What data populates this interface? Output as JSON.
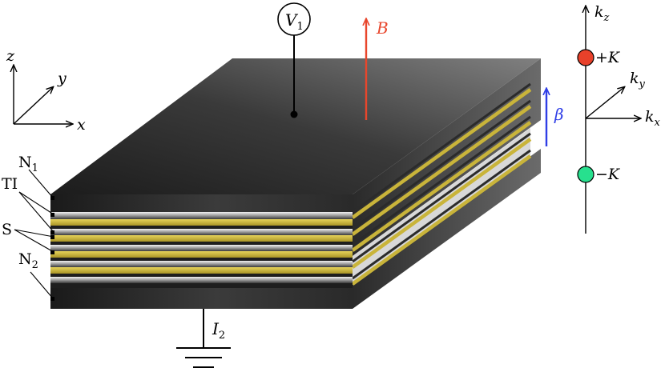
{
  "axes_left": {
    "z": "z",
    "y": "y",
    "x": "x"
  },
  "layers": {
    "n1": {
      "letter": "N",
      "sub": "1"
    },
    "ti": "TI",
    "s": "S",
    "n2": {
      "letter": "N",
      "sub": "2"
    }
  },
  "voltmeter": {
    "letter": "V",
    "sub": "1"
  },
  "current": {
    "letter": "I",
    "sub": "2"
  },
  "field_B": "B",
  "field_beta": "β",
  "k_axes": {
    "kz": {
      "letter": "k",
      "sub": "z"
    },
    "ky": {
      "letter": "k",
      "sub": "y"
    },
    "kx": {
      "letter": "k",
      "sub": "x"
    }
  },
  "weyl_nodes": {
    "plus": "+K",
    "minus": "−K"
  },
  "colors": {
    "B_arrow": "#e8462c",
    "beta_arrow": "#2f3ee6",
    "plus_node": "#e8412a",
    "minus_node": "#27e08e",
    "stripe_gold": "#c9b43a",
    "slab_dark": "#2a2a2a"
  }
}
